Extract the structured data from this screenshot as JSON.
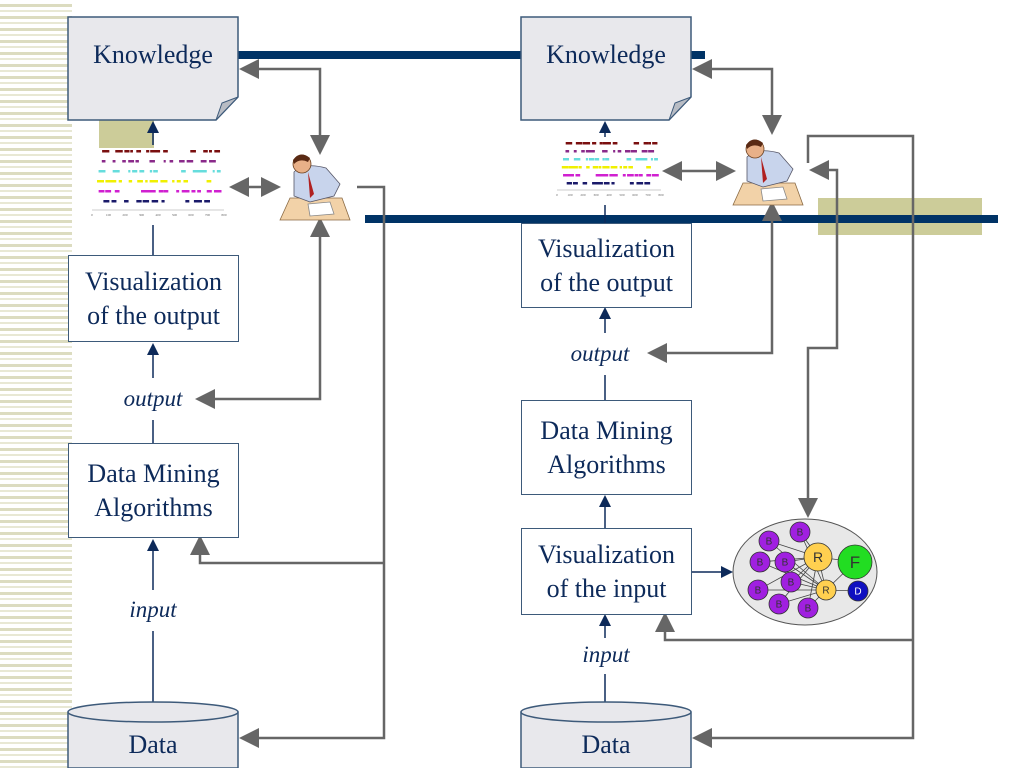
{
  "left_diagram": {
    "knowledge": "Knowledge",
    "viz_output": [
      "Visualization",
      "of the output"
    ],
    "output_label": "output",
    "dm": [
      "Data Mining",
      "Algorithms"
    ],
    "input_label": "input",
    "data": "Data"
  },
  "right_diagram": {
    "knowledge": "Knowledge",
    "viz_output": [
      "Visualization",
      "of the output"
    ],
    "output_label": "output",
    "dm": [
      "Data Mining",
      "Algorithms"
    ],
    "viz_input": [
      "Visualization",
      "of the input"
    ],
    "input_label": "input",
    "data": "Data"
  },
  "scatter_thumbnail": {
    "x_ticks": [
      "0",
      "100",
      "200",
      "300",
      "400",
      "500",
      "600",
      "700",
      "800"
    ],
    "row_colors": [
      "#7a0f0f",
      "#8a2a8a",
      "#66dddd",
      "#f0f000",
      "#d020d0",
      "#1a1a6a"
    ]
  },
  "network_graph": {
    "nodes": [
      {
        "label": "B",
        "color": "#a020e0"
      },
      {
        "label": "B",
        "color": "#a020e0"
      },
      {
        "label": "B",
        "color": "#a020e0"
      },
      {
        "label": "B",
        "color": "#a020e0"
      },
      {
        "label": "B",
        "color": "#a020e0"
      },
      {
        "label": "B",
        "color": "#a020e0"
      },
      {
        "label": "B",
        "color": "#a020e0"
      },
      {
        "label": "B",
        "color": "#a020e0"
      },
      {
        "label": "B",
        "color": "#a020e0"
      },
      {
        "label": "R",
        "color": "#ffd050"
      },
      {
        "label": "R",
        "color": "#ffd050"
      },
      {
        "label": "F",
        "color": "#22dd22"
      },
      {
        "label": "D",
        "color": "#1010c0"
      }
    ]
  },
  "colors": {
    "navy": "#003366",
    "text": "#0d2a5a",
    "arrow_gray": "#666666",
    "olive": "#cccc99",
    "box_fill": "#e8e8ec"
  }
}
